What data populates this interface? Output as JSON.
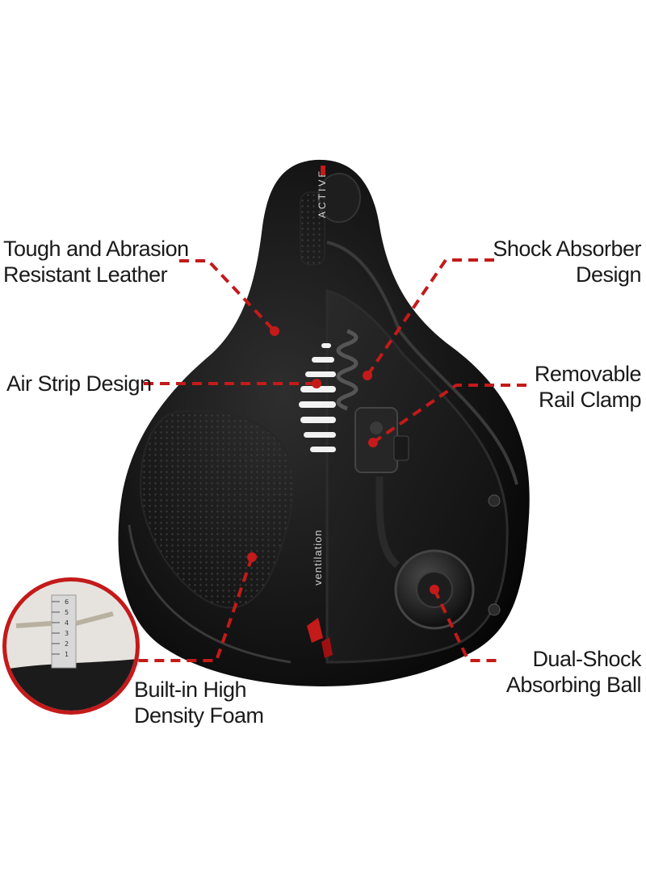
{
  "brand": {
    "seat_text": "ACTIVE",
    "side_text": "ventilation"
  },
  "callouts": {
    "leather": [
      "Tough and Abrasion",
      "Resistant Leather"
    ],
    "shock": [
      "Shock Absorber",
      "Design"
    ],
    "air": [
      "Air Strip Design"
    ],
    "rail": [
      "Removable",
      "Rail Clamp"
    ],
    "foam": [
      "Built-in High",
      "Density Foam"
    ],
    "ball": [
      "Dual-Shock",
      "Absorbing Ball"
    ]
  },
  "ruler": [
    "1",
    "2",
    "3",
    "4",
    "5",
    "6"
  ],
  "colors": {
    "accent": "#c41a1a",
    "seat": "#151515",
    "text": "#1a1a1a"
  }
}
